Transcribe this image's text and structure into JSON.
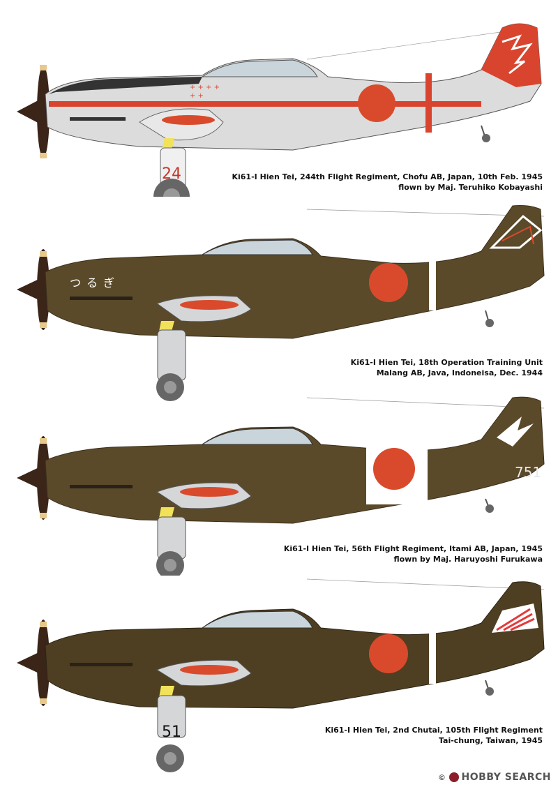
{
  "plates": [
    {
      "caption_line1": "Ki61-I Hien Tei, 244th Flight Regiment, Chofu AB, Japan, 10th Feb. 1945",
      "caption_line2": "flown by Maj. Teruhiko Kobayashi",
      "gear_number": "24",
      "scheme": {
        "body": "#dcdcdc",
        "stripe": "#d9442e",
        "tail": "#d9442e",
        "hinomaru": "#d94a2c"
      }
    },
    {
      "caption_line1": "Ki61-I Hien Tei, 18th Operation Training Unit",
      "caption_line2": "Malang AB, Java, Indoneisa, Dec. 1944",
      "nose_text": "つるぎ",
      "scheme": {
        "body": "#5b4a2a",
        "band": "#ffffff",
        "hinomaru": "#d94a2c"
      }
    },
    {
      "caption_line1": "Ki61-I Hien Tei, 56th Flight Regiment, Itami AB, Japan, 1945",
      "caption_line2": "flown by Maj. Haruyoshi Furukawa",
      "tail_number": "751",
      "scheme": {
        "body": "#5b4a2a",
        "band": "#ffffff",
        "hinomaru": "#d94a2c"
      }
    },
    {
      "caption_line1": "Ki61-I Hien Tei, 2nd Chutai, 105th Flight Regiment",
      "caption_line2": "Tai-chung, Taiwan,  1945",
      "gear_number": "51",
      "scheme": {
        "body": "#4e3f22",
        "band": "#ffffff",
        "hinomaru": "#d94a2c",
        "tail_emblem": "#e53a3a"
      }
    }
  ],
  "watermark": {
    "text": "HOBBY SEARCH",
    "copyright": "©"
  }
}
